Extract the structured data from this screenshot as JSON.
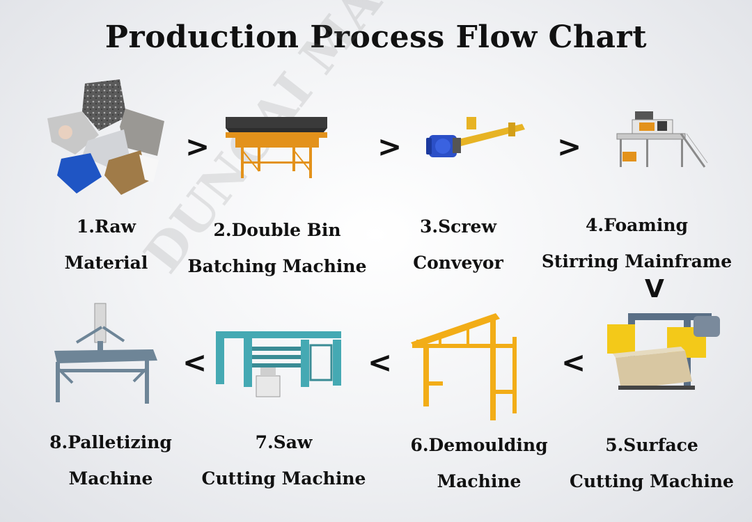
{
  "title": "Production Process Flow Chart",
  "watermark": "DUNCAI MACHINERY",
  "arrow_right": ">",
  "arrow_left": "<",
  "arrow_down": "V",
  "steps": [
    {
      "line1": "1.Raw",
      "line2": "Material",
      "icon": "raw-material-pentagon-collage"
    },
    {
      "line1": "2.Double Bin",
      "line2": "Batching Machine",
      "icon": "double-bin-batching-machine"
    },
    {
      "line1": "3.Screw",
      "line2": "Conveyor",
      "icon": "screw-conveyor"
    },
    {
      "line1": "4.Foaming",
      "line2": "Stirring Mainframe",
      "icon": "foaming-stirring-mainframe"
    },
    {
      "line1": "5.Surface",
      "line2": "Cutting Machine",
      "icon": "surface-cutting-machine"
    },
    {
      "line1": "6.Demoulding",
      "line2": "Machine",
      "icon": "demoulding-machine"
    },
    {
      "line1": "7.Saw",
      "line2": "Cutting Machine",
      "icon": "saw-cutting-machine"
    },
    {
      "line1": "8.Palletizing",
      "line2": "Machine",
      "icon": "palletizing-machine"
    }
  ],
  "colors": {
    "frame_orange": "#e3921b",
    "bin_dark": "#3a3a3a",
    "motor_blue": "#2b4fc7",
    "auger_yellow": "#e7b324",
    "cutter_yellow": "#f3c919",
    "frame_blue": "#5a6f86",
    "saw_teal": "#45a9b3",
    "palletizer_gray": "#6e8597"
  }
}
